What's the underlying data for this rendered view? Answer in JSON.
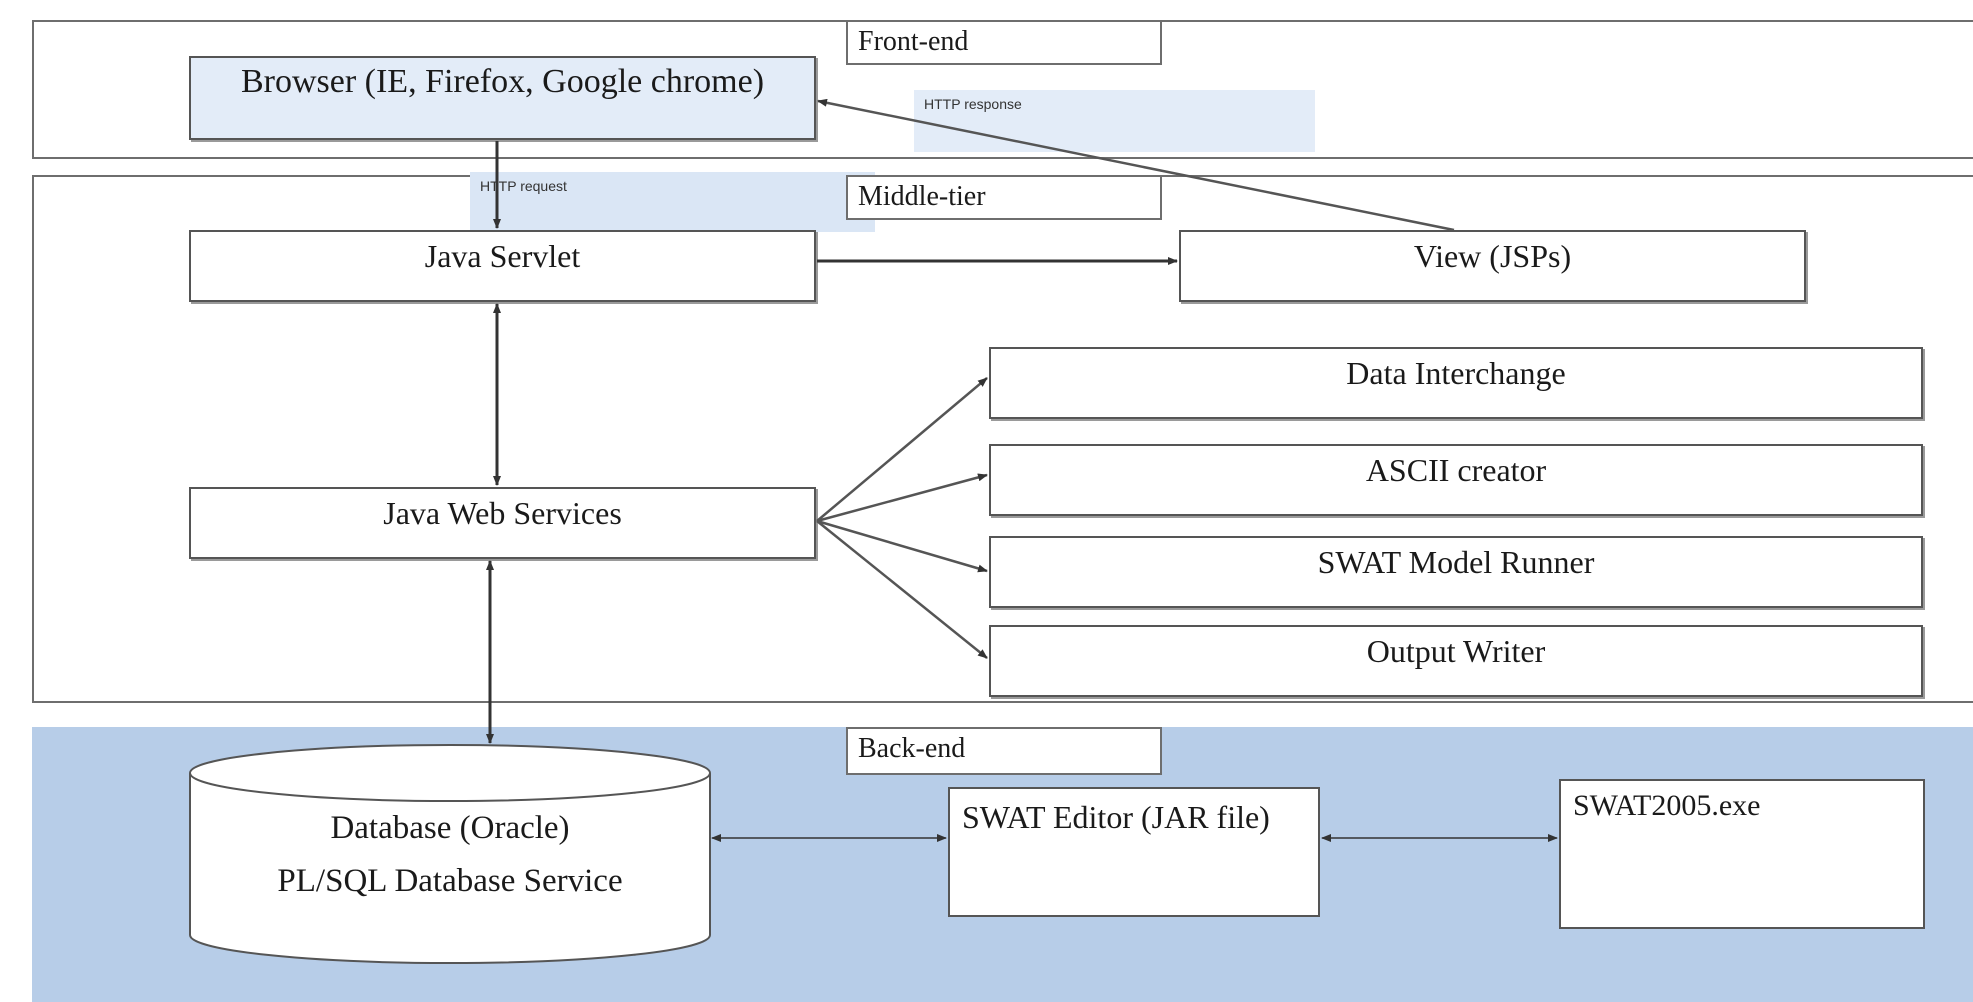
{
  "tiers": {
    "front": {
      "label": "Front-end"
    },
    "middle": {
      "label": "Middle-tier"
    },
    "back": {
      "label": "Back-end"
    }
  },
  "notes": {
    "http_response": "HTTP response",
    "http_request": "HTTP request"
  },
  "components": {
    "browser": "Browser (IE, Firefox, Google chrome)",
    "java_servlet": "Java Servlet",
    "view": "View (JSPs)",
    "java_web_services": "Java Web Services",
    "data_interchange": "Data Interchange",
    "ascii_creator": "ASCII creator",
    "swat_model_runner": "SWAT Model Runner",
    "output_writer": "Output Writer",
    "database_title": "Database (Oracle)",
    "database_service": "PL/SQL Database Service",
    "swat_editor": "SWAT Editor (JAR file)",
    "swat_exe": "SWAT2005.exe"
  },
  "colors": {
    "back_end_fill": "#b7cde8",
    "browser_fill": "#e3ecf8",
    "note_fill": "#e3ecf8"
  }
}
